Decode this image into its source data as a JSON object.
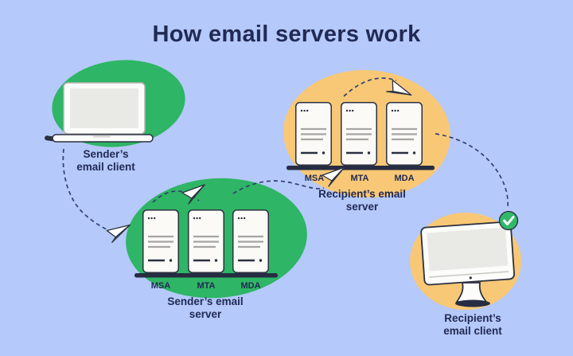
{
  "title": "How email servers work",
  "colors": {
    "background": "#b5c9fa",
    "title_text": "#212a54",
    "green_blob": "#2eb565",
    "orange_blob": "#f8c876",
    "check_green": "#30b968",
    "dashed_line": "#33406e",
    "device_fill": "#fcfcfa",
    "screen_fill": "#e9e9e5",
    "outline_dark": "#2b3040"
  },
  "nodes": {
    "sender_client": {
      "label_line1": "Sender’s",
      "label_line2": "email client"
    },
    "sender_server": {
      "caption_line1": "Sender’s email",
      "caption_line2": "server",
      "units": [
        "MSA",
        "MTA",
        "MDA"
      ]
    },
    "recipient_server": {
      "caption_line1": "Recipient’s email",
      "caption_line2": "server",
      "units": [
        "MSA",
        "MTA",
        "MDA"
      ]
    },
    "recipient_client": {
      "label_line1": "Recipient’s",
      "label_line2": "email client"
    }
  },
  "icons": {
    "paper_plane": "✈",
    "delivered_check": "✓",
    "sender_device": "laptop",
    "recipient_device": "monitor"
  }
}
